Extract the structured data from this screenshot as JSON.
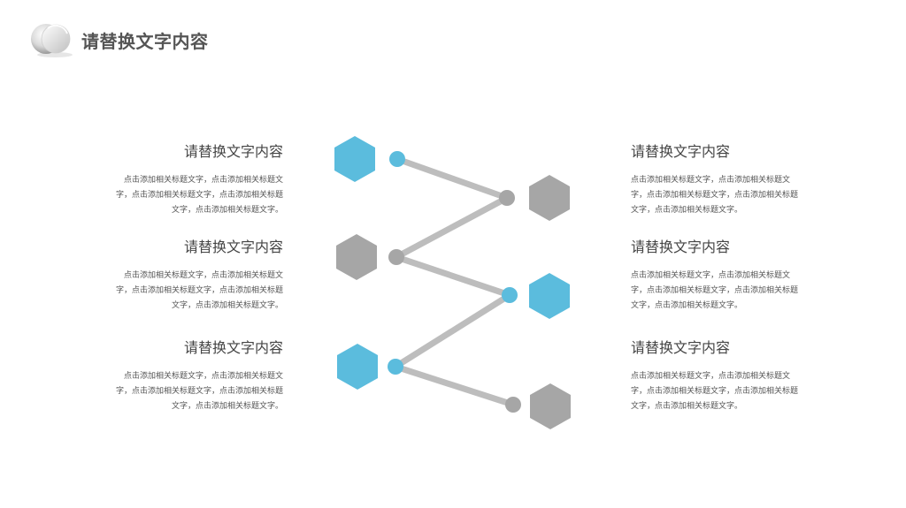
{
  "header": {
    "title": "请替换文字内容"
  },
  "colors": {
    "accent": "#5bbcdd",
    "neutral": "#a6a6a6",
    "connector": "#bdbdbd",
    "text": "#555555"
  },
  "items": [
    {
      "heading": "请替换文字内容",
      "body": "点击添加相关标题文字，点击添加相关标题文字，点击添加相关标题文字，点击添加相关标题文字，点击添加相关标题文字。"
    },
    {
      "heading": "请替换文字内容",
      "body": "点击添加相关标题文字，点击添加相关标题文字，点击添加相关标题文字，点击添加相关标题文字，点击添加相关标题文字。"
    },
    {
      "heading": "请替换文字内容",
      "body": "点击添加相关标题文字，点击添加相关标题文字，点击添加相关标题文字，点击添加相关标题文字，点击添加相关标题文字。"
    },
    {
      "heading": "请替换文字内容",
      "body": "点击添加相关标题文字，点击添加相关标题文字，点击添加相关标题文字，点击添加相关标题文字，点击添加相关标题文字。"
    },
    {
      "heading": "请替换文字内容",
      "body": "点击添加相关标题文字，点击添加相关标题文字，点击添加相关标题文字，点击添加相关标题文字，点击添加相关标题文字。"
    },
    {
      "heading": "请替换文字内容",
      "body": "点击添加相关标题文字，点击添加相关标题文字，点击添加相关标题文字，点击添加相关标题文字，点击添加相关标题文字。"
    }
  ]
}
